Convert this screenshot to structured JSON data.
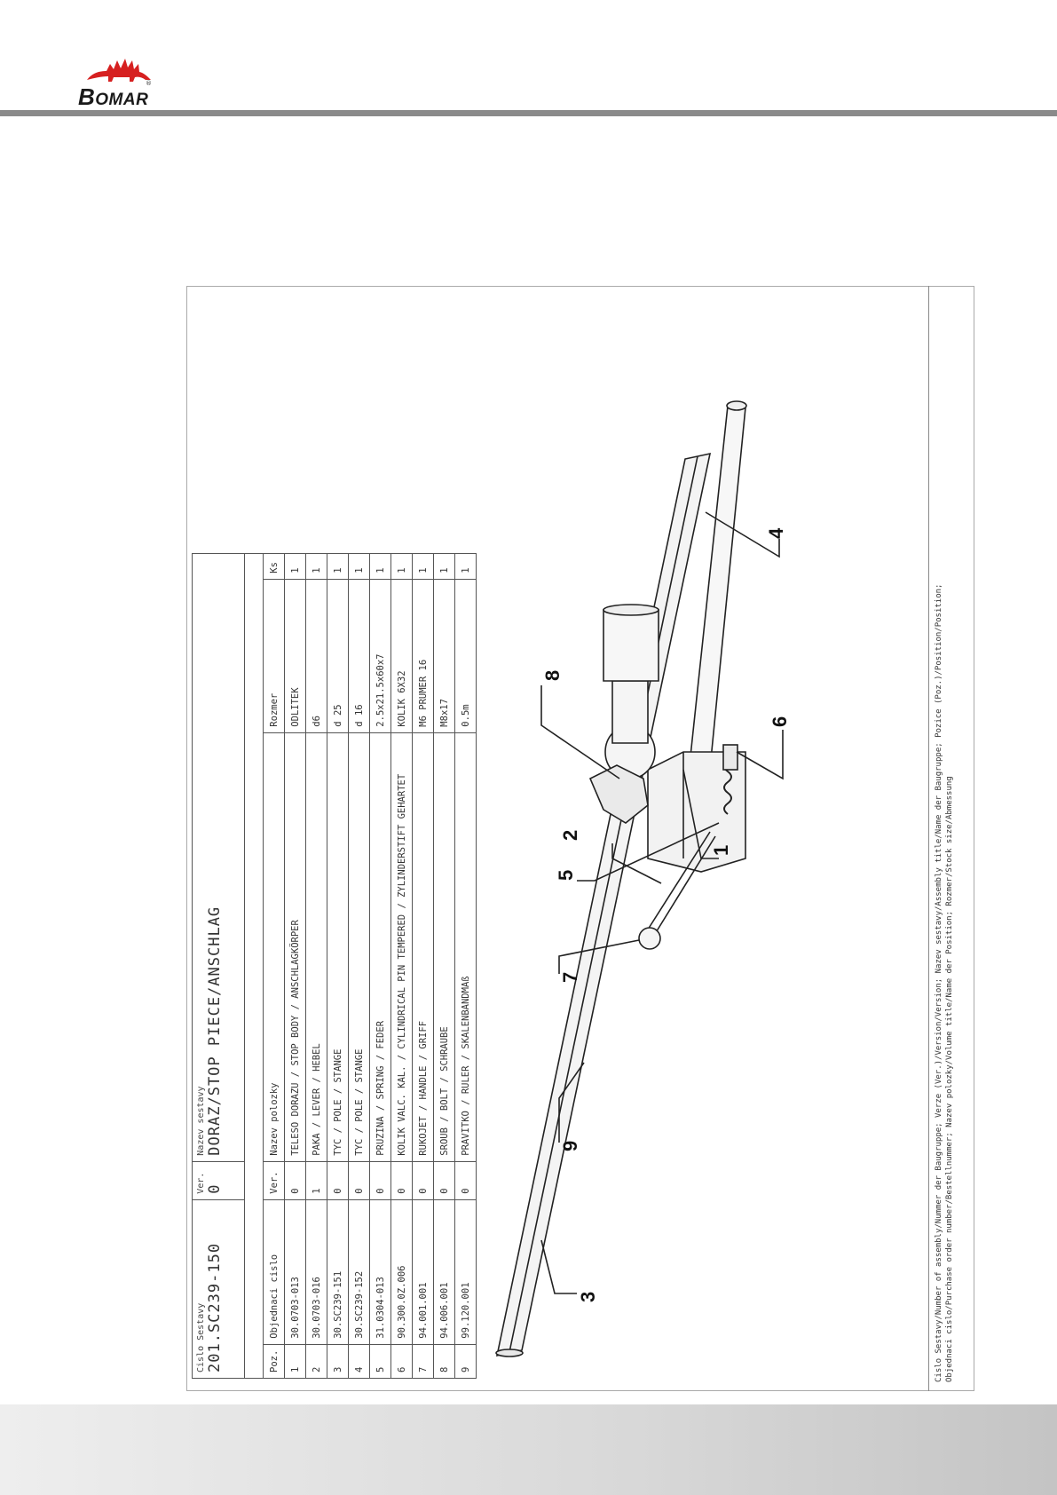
{
  "brand": {
    "logo_text_first": "B",
    "logo_text_rest": "OMAR",
    "registered": "®"
  },
  "assembly": {
    "number_label": "Cislo Sestavy",
    "number": "201.SC239-150",
    "version_label": "Ver.",
    "version": "0",
    "name_label": "Nazev sestavy",
    "name": "DORAZ/STOP PIECE/ANSCHLAG"
  },
  "columns": {
    "pos": "Poz.",
    "order": "Objednaci cislo",
    "ver": "Ver.",
    "name": "Nazev polozky",
    "size": "Rozmer",
    "qty": "Ks"
  },
  "parts": [
    {
      "pos": "1",
      "order": "30.0703-013",
      "ver": "0",
      "name": "TELESO DORAZU / STOP BODY / ANSCHLAGKÖRPER",
      "size": "ODLITEK",
      "qty": "1"
    },
    {
      "pos": "2",
      "order": "30.0703-016",
      "ver": "1",
      "name": "PAKA / LEVER / HEBEL",
      "size": "d6",
      "qty": "1"
    },
    {
      "pos": "3",
      "order": "30.SC239-151",
      "ver": "0",
      "name": "TYC / POLE / STANGE",
      "size": "d 25",
      "qty": "1"
    },
    {
      "pos": "4",
      "order": "30.SC239-152",
      "ver": "0",
      "name": "TYC / POLE / STANGE",
      "size": "d 16",
      "qty": "1"
    },
    {
      "pos": "5",
      "order": "31.0304-013",
      "ver": "0",
      "name": "PRUZINA / SPRING / FEDER",
      "size": "2.5x21.5x60x7",
      "qty": "1"
    },
    {
      "pos": "6",
      "order": "90.300.0Z.006",
      "ver": "0",
      "name": "KOLIK VALC. KAL. / CYLINDRICAL PIN TEMPERED / ZYLINDERSTIFT GEHARTET",
      "size": "KOLIK 6X32",
      "qty": "1"
    },
    {
      "pos": "7",
      "order": "94.001.001",
      "ver": "0",
      "name": "RUKOJET / HANDLE   / GRIFF",
      "size": "M6 PRUMER 16",
      "qty": "1"
    },
    {
      "pos": "8",
      "order": "94.006.001",
      "ver": "0",
      "name": "SROUB / BOLT / SCHRAUBE",
      "size": "M8x17",
      "qty": "1"
    },
    {
      "pos": "9",
      "order": "99.120.001",
      "ver": "0",
      "name": "PRAVITKO / RULER / SKALENBANDMAß",
      "size": "0.5m",
      "qty": "1"
    }
  ],
  "callouts": [
    "4",
    "6",
    "8",
    "1",
    "2",
    "5",
    "7",
    "3",
    "9"
  ],
  "footnote": {
    "line1": "Cislo Sestavy/Number of assembly/Nummer der Baugruppe; Verze (Ver.)/Version/Version; Nazev sestavy/Assembly title/Name der Baugruppe; Pozice (Poz.)/Position/Position;",
    "line2": "Objednaci cislo/Purchase order number/Bestellnummer; Nazev polozky/Volume title/Name der Position; Rozmer/Stock size/Abmessung"
  }
}
